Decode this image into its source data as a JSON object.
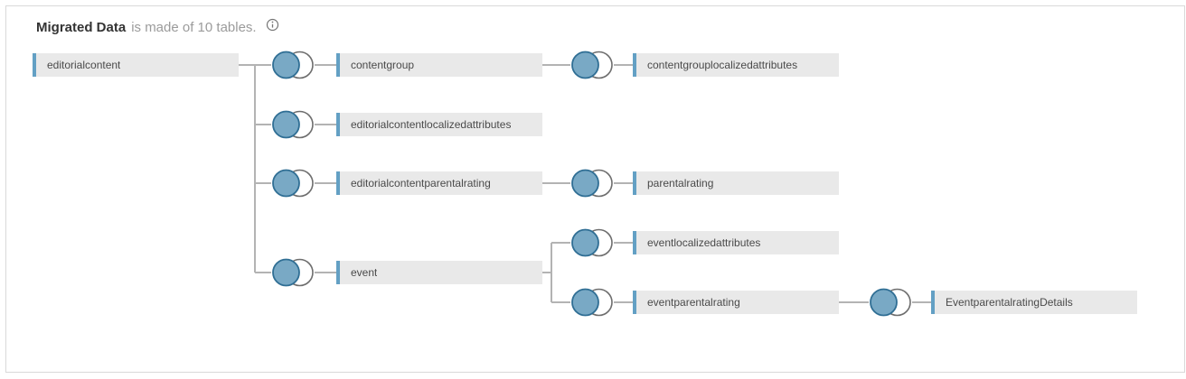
{
  "header": {
    "title": "Migrated Data",
    "subtitle": "is made of 10 tables.",
    "info_icon": "info-icon"
  },
  "table_count": 10,
  "tables": [
    {
      "label": "editorialcontent"
    },
    {
      "label": "contentgroup"
    },
    {
      "label": "contentgrouplocalizedattributes"
    },
    {
      "label": "editorialcontentlocalizedattributes"
    },
    {
      "label": "editorialcontentparentalrating"
    },
    {
      "label": "parentalrating"
    },
    {
      "label": "eventlocalizedattributes"
    },
    {
      "label": "event"
    },
    {
      "label": "eventparentalrating"
    },
    {
      "label": "EventparentalratingDetails"
    }
  ],
  "relationships": [
    {
      "from": "editorialcontent",
      "to": "contentgroup"
    },
    {
      "from": "contentgroup",
      "to": "contentgrouplocalizedattributes"
    },
    {
      "from": "editorialcontent",
      "to": "editorialcontentlocalizedattributes"
    },
    {
      "from": "editorialcontent",
      "to": "editorialcontentparentalrating"
    },
    {
      "from": "editorialcontentparentalrating",
      "to": "parentalrating"
    },
    {
      "from": "editorialcontent",
      "to": "event"
    },
    {
      "from": "event",
      "to": "eventlocalizedattributes"
    },
    {
      "from": "event",
      "to": "eventparentalrating"
    },
    {
      "from": "eventparentalrating",
      "to": "EventparentalratingDetails"
    }
  ],
  "colors": {
    "accent_bar": "#63a0c4",
    "join_fill": "#79a9c5",
    "join_stroke": "#2f6e94",
    "join_secondary_stroke": "#6e6e6e",
    "connector": "#b3b3b3",
    "node_bg": "#e9e9e9",
    "title_text": "#333333",
    "subtitle_text": "#9b9b9b",
    "label_text": "#4a4a4a",
    "panel_border": "#d9d9d9"
  }
}
